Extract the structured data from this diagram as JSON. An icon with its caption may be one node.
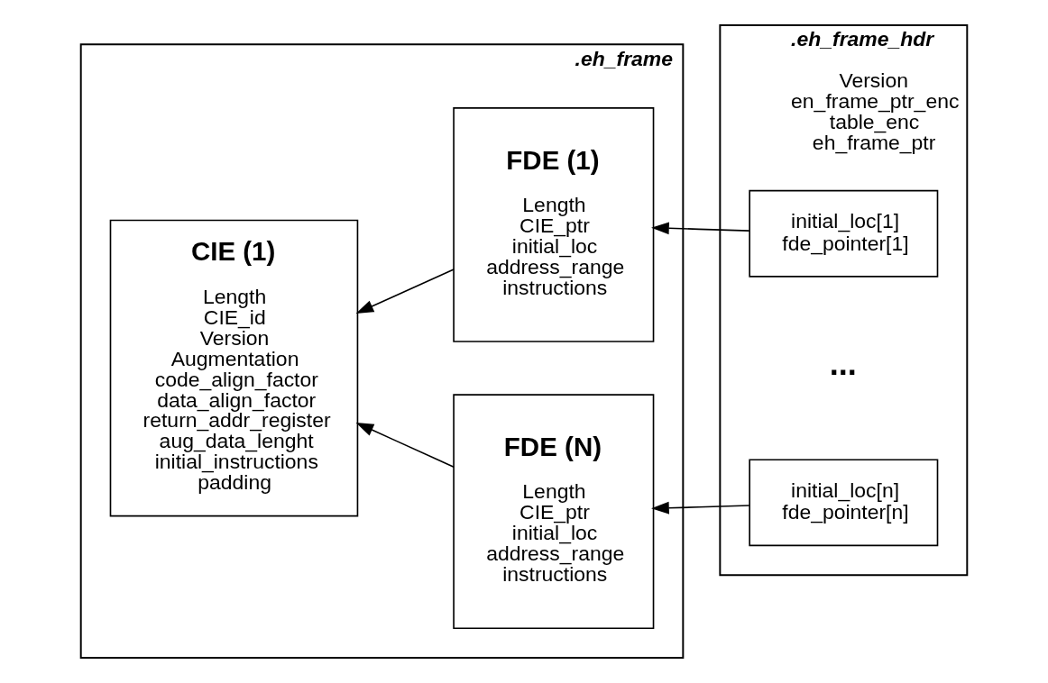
{
  "diagram": {
    "nodes": [
      {
        "text": [
          ".eh_frame"
        ]
      },
      {
        "text": [
          "CIE (1)",
          "Length CIE_id Version Augmentation code_align_factor data_align_factor return_addr_register aug_data_lenght initial_instructions padding"
        ],
        "in": 0
      },
      {
        "text": [
          "FDE (1)",
          "Length CIE_ptr initial_loc address_range instructions"
        ],
        "in": 0
      },
      {
        "text": [
          "FDE (N)",
          "Length CIE_ptr initial_loc address_range instructions"
        ],
        "in": 0
      },
      {
        "text": [
          ".eh_frame_hdr",
          "Version en_frame_ptr_enc table_enc eh_frame_ptr"
        ]
      },
      {
        "text": [
          "initial_loc[1] fde_pointer[1]"
        ],
        "in": 4
      },
      {
        "text": [
          "initial_loc[n] fde_pointer[n]"
        ],
        "in": 4
      }
    ],
    "edges": [
      {
        "from": 2,
        "to": 1,
        "arrow": "to"
      },
      {
        "from": 3,
        "to": 1,
        "arrow": "to"
      },
      {
        "from": 5,
        "to": 2,
        "arrow": "to"
      },
      {
        "from": 6,
        "to": 3,
        "arrow": "to"
      }
    ],
    "labels": [
      "..."
    ]
  }
}
